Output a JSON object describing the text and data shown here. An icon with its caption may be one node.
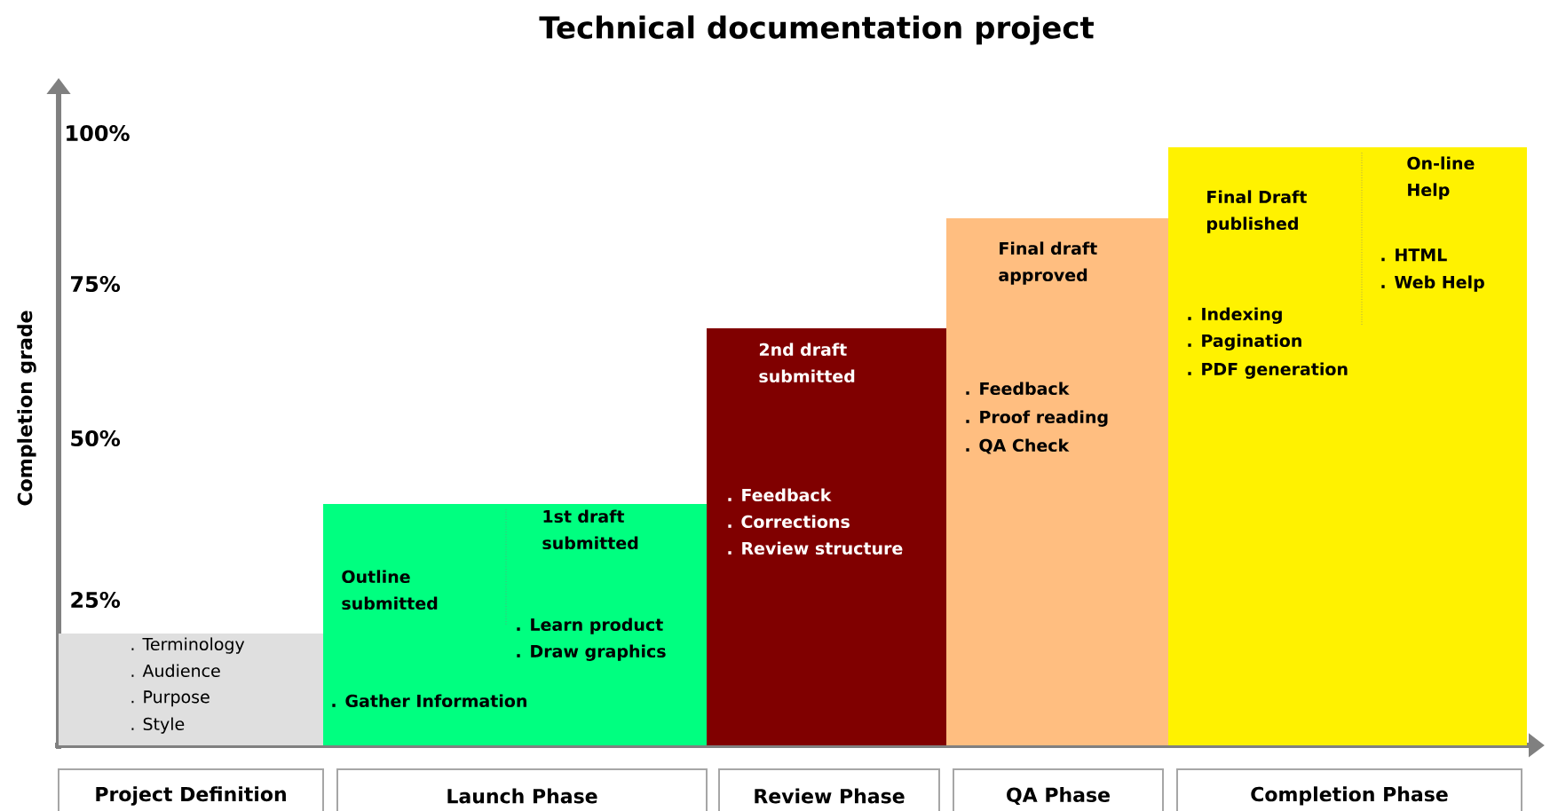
{
  "diagram": {
    "title": "Technical documentation project",
    "nodes": [
      {
        "text": [
          ". Terminology",
          ". Audience",
          ". Purpose",
          ". Style"
        ]
      },
      {
        "text": [
          "Outline submitted",
          ". Gather Information",
          "1st draft submitted",
          ". Learn product",
          ". Draw graphics"
        ]
      },
      {
        "text": [
          "2nd draft submitted",
          ". Feedback",
          ". Corrections",
          ". Review structure"
        ]
      },
      {
        "text": [
          "Final draft approved",
          ". Feedback",
          ". Proof reading",
          ". QA Check"
        ]
      },
      {
        "text": [
          "Final Draft published",
          ". Indexing",
          ". Pagination",
          ". PDF generation",
          "On-line Help",
          ". HTML",
          ". Web Help"
        ]
      },
      {
        "text": [
          "Project Definition"
        ]
      },
      {
        "text": [
          "Launch Phase"
        ]
      },
      {
        "text": [
          "Review Phase"
        ]
      },
      {
        "text": [
          "QA Phase"
        ]
      },
      {
        "text": [
          "Completion Phase"
        ]
      }
    ],
    "labels": [
      "100%",
      "75%",
      "50%",
      "25%",
      "Completion grade"
    ]
  }
}
